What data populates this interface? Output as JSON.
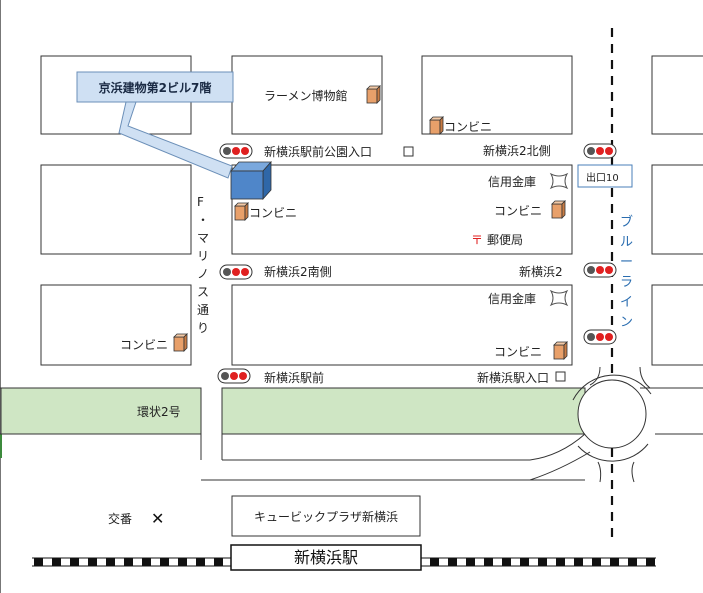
{
  "callout": {
    "label": "京浜建物第2ビル7階"
  },
  "landmarks": {
    "ramen_museum": "ラーメン博物館",
    "convenience": "コンビニ",
    "credit_union": "信用金庫",
    "post_office": "郵便局",
    "post_mark": "〒",
    "cube_plaza": "キュービックプラザ新横浜",
    "koban": "交番",
    "koban_mark": "✕",
    "station": "新横浜駅"
  },
  "intersections": {
    "park_entrance": "新横浜駅前公園入口",
    "north2": "新横浜2北側",
    "south2": "新横浜2南側",
    "shin2": "新横浜2",
    "ekimae": "新横浜駅前",
    "station_entrance": "新横浜駅入口"
  },
  "roads": {
    "kanjo2": "環状2号",
    "marinos": "F・マリノス通り",
    "blue_line": "ブルーライン"
  },
  "exit": {
    "label": "出口10"
  },
  "colors": {
    "road_green": "#cfe6c4",
    "building_blue": "#4f86c9",
    "callout_fill": "#cfe0f3",
    "blue_line": "#2a6db0",
    "signal_red": "#e02020",
    "store_orange": "#e8a06a"
  }
}
